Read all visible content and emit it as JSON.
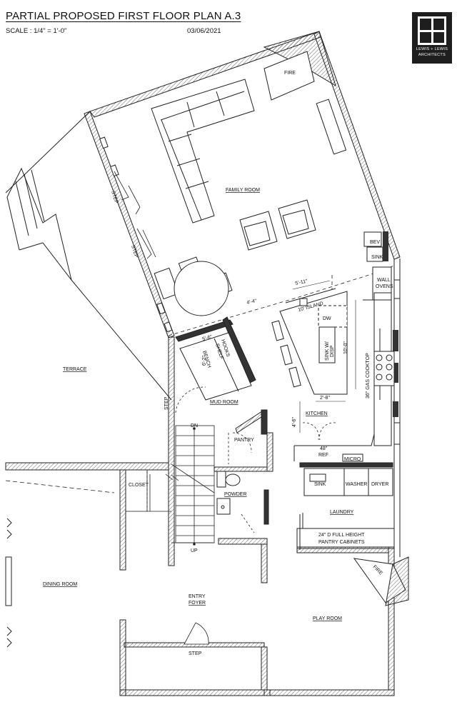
{
  "header": {
    "title": "PARTIAL PROPOSED FIRST FLOOR PLAN A.3",
    "scale": "SCALE : 1/4\" = 1'-0\"",
    "date": "03/06/2021"
  },
  "logo": {
    "line1": "LEWIS + LEWIS",
    "line2": "ARCHITECTS"
  },
  "rooms": {
    "family_room": "FAMILY ROOM",
    "terrace": "TERRACE",
    "mud_room": "MUD ROOM",
    "kitchen": "KITCHEN",
    "laundry": "LAUNDRY",
    "dining_room": "DINING ROOM",
    "entry": "ENTRY",
    "foyer": "FOYER",
    "play_room": "PLAY ROOM",
    "powder": "POWDER",
    "closet": "CLOSET",
    "pantry": "PANTRY"
  },
  "labels": {
    "fire_top": "FIRE",
    "fire_bottom": "FIRE",
    "bev": "BEV",
    "sink_bev": "SINK",
    "wall": "WALL",
    "ovens": "OVENS",
    "island": "10' ISLAND",
    "dw": "DW",
    "sink_disp_1": "SINK W/",
    "sink_disp_2": "DISP",
    "cooktop": "36\" GAS COOKTOP",
    "ref_1": "48\"",
    "ref_2": "REF",
    "micro": "MICRO",
    "sink_laundry": "SINK",
    "washer": "WASHER",
    "dryer": "DRYER",
    "pantry_cab_1": "24\" D FULL HEIGHT",
    "pantry_cab_2": "PANTRY CABINETS",
    "bench": "BENCH",
    "hooks_1": "HOOKS",
    "hooks_2": "SHELF",
    "step_1": "STEP",
    "step_2": "STEP",
    "step_3": "STEP",
    "step_4": "STEP",
    "dn": "DN",
    "up": "UP"
  },
  "dimensions": {
    "d_5_11": "5'-11\"",
    "d_4_4": "4'-4\"",
    "d_10_0": "10'-0\"",
    "d_2_8": "2'-8\"",
    "d_4_6": "4'-6\"",
    "d_5_6": "5'-6\"",
    "d_6_2": "6'-2\""
  }
}
